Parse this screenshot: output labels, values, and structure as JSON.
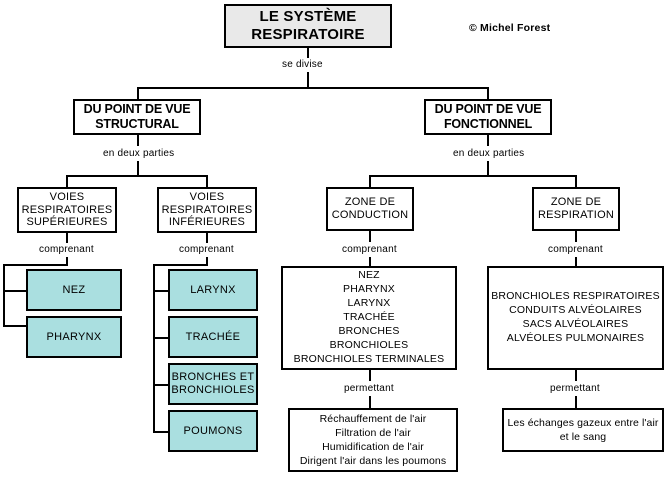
{
  "diagram": {
    "title_box": {
      "label": "LE SYSTÈME\nRESPIRATOIRE"
    },
    "credit": {
      "label": "© Michel Forest"
    },
    "connector_labels": {
      "root_split": "se divise",
      "structural_split": "en deux parties",
      "functional_split": "en deux parties",
      "superieures_comprenant": "comprenant",
      "inferieures_comprenant": "comprenant",
      "conduction_comprenant": "comprenant",
      "respiration_comprenant": "comprenant",
      "conduction_permettant": "permettant",
      "respiration_permettant": "permettant"
    },
    "level1": {
      "structural": {
        "label": "DU POINT DE VUE\nSTRUCTURAL"
      },
      "fonctionnel": {
        "label": "DU POINT DE VUE\nFONCTIONNEL"
      }
    },
    "level2": {
      "voies_superieures": {
        "label": "VOIES\nRESPIRATOIRES\nSUPÉRIEURES"
      },
      "voies_inferieures": {
        "label": "VOIES\nRESPIRATOIRES\nINFÉRIEURES"
      },
      "zone_conduction": {
        "label": "ZONE DE\nCONDUCTION"
      },
      "zone_respiration": {
        "label": "ZONE DE\nRESPIRATION"
      }
    },
    "organs_superieures": [
      {
        "label": "NEZ"
      },
      {
        "label": "PHARYNX"
      }
    ],
    "organs_inferieures": [
      {
        "label": "LARYNX"
      },
      {
        "label": "TRACHÉE"
      },
      {
        "label": "BRONCHES ET\nBRONCHIOLES"
      },
      {
        "label": "POUMONS"
      }
    ],
    "conduction_list": {
      "label": "NEZ\nPHARYNX\nLARYNX\nTRACHÉE\nBRONCHES\nBRONCHIOLES\nBRONCHIOLES TERMINALES"
    },
    "respiration_list": {
      "label": "BRONCHIOLES RESPIRATOIRES\nCONDUITS ALVÉOLAIRES\nSACS ALVÉOLAIRES\nALVÉOLES PULMONAIRES"
    },
    "conduction_result": {
      "label": "Réchauffement de l'air\nFiltration de l'air\nHumidification de l'air\nDirigent l'air dans les poumons"
    },
    "respiration_result": {
      "label": "Les échanges gazeux entre l'air\net le sang"
    },
    "colors": {
      "organ_fill": "#aadfe0",
      "title_fill": "#e9e9e9",
      "line": "#000000",
      "page_background": "#ffffff"
    }
  }
}
